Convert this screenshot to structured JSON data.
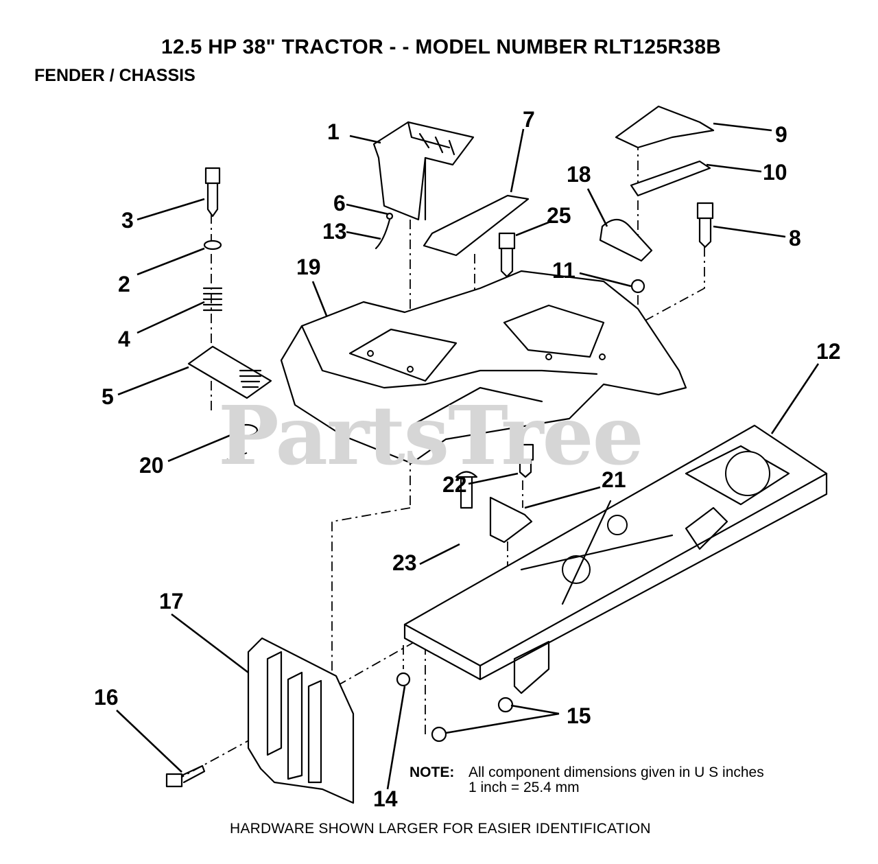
{
  "header": {
    "title": "12.5 HP 38\" TRACTOR - - MODEL NUMBER RLT125R38B",
    "section": "FENDER / CHASSIS"
  },
  "watermark": "PartsTree",
  "callouts": [
    "1",
    "2",
    "3",
    "4",
    "5",
    "6",
    "7",
    "8",
    "9",
    "10",
    "11",
    "12",
    "13",
    "14",
    "15",
    "16",
    "17",
    "18",
    "19",
    "20",
    "21",
    "22",
    "23",
    "25"
  ],
  "note": {
    "label": "NOTE:",
    "line1": "All component dimensions given in U S  inches",
    "line2": "1 inch = 25.4 mm"
  },
  "footer": "HARDWARE SHOWN LARGER FOR EASIER IDENTIFICATION"
}
